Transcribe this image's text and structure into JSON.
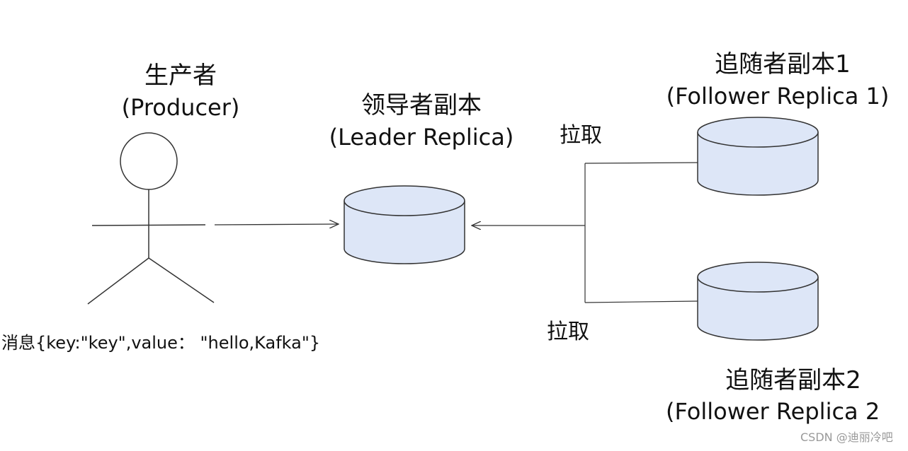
{
  "producer": {
    "title": "生产者",
    "subtitle": "(Producer)"
  },
  "leader": {
    "title": "领导者副本",
    "subtitle": "(Leader Replica)"
  },
  "follower1": {
    "title": "追随者副本1",
    "subtitle": "(Follower Replica 1)"
  },
  "follower2": {
    "title": "追随者副本2",
    "subtitle": "(Follower Replica 2"
  },
  "edges": {
    "pull_label_1": "拉取",
    "pull_label_2": "拉取"
  },
  "message": "消息{key:\"key\",value： \"hello,Kafka\"}",
  "watermark": "CSDN @迪丽冷吧",
  "colors": {
    "cylinder_fill": "#dde6f7",
    "stroke": "#333333"
  }
}
